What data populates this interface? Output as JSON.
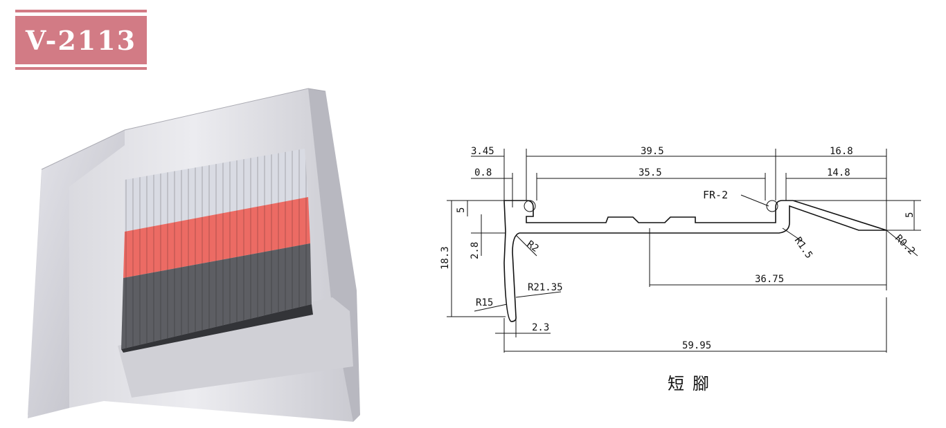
{
  "product": {
    "model_code": "V-2113",
    "brand_color": "#d27b85"
  },
  "drawing": {
    "dimensions": {
      "d_3_45": "3.45",
      "d_39_5": "39.5",
      "d_16_8": "16.8",
      "d_0_8": "0.8",
      "d_35_5": "35.5",
      "d_14_8": "14.8",
      "d_5_left": "5",
      "d_5_right": "5",
      "d_18_3": "18.3",
      "d_2_8": "2.8",
      "d_36_75": "36.75",
      "d_2_3": "2.3",
      "d_59_95": "59.95"
    },
    "radii": {
      "fr2": "FR-2",
      "r2": "R2",
      "r21_35": "R21.35",
      "r15": "R15",
      "r1_5": "R1.5",
      "r0_2": "R0.2"
    },
    "caption": "短腳"
  }
}
